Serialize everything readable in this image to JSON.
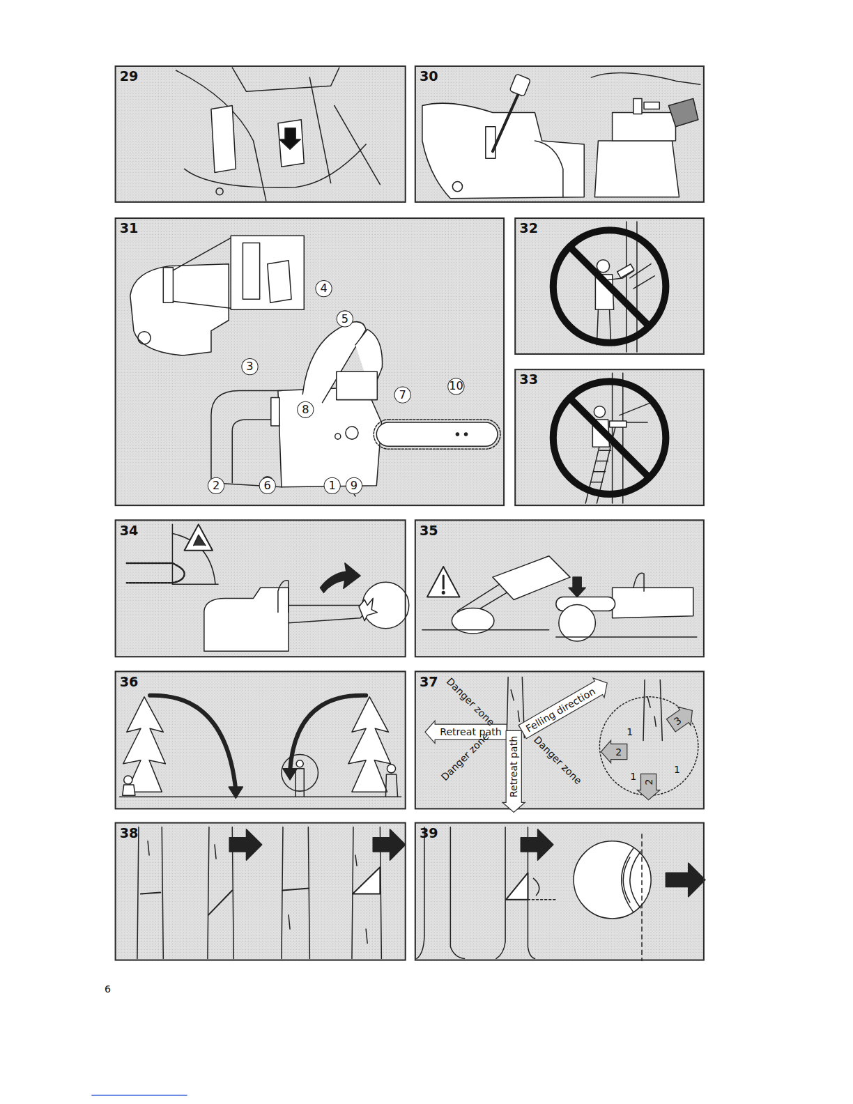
{
  "diagram": {
    "nodes": [
      {
        "text": [
          "29"
        ]
      },
      {
        "text": [
          "30"
        ]
      },
      {
        "text": [
          "31"
        ]
      },
      {
        "text": [
          "4"
        ],
        "in": 2
      },
      {
        "text": [
          "5"
        ],
        "in": 2
      },
      {
        "text": [
          "3"
        ],
        "in": 2
      },
      {
        "text": [
          "7"
        ],
        "in": 2
      },
      {
        "text": [
          "10"
        ],
        "in": 2
      },
      {
        "text": [
          "8"
        ],
        "in": 2
      },
      {
        "text": [
          "2"
        ],
        "in": 2
      },
      {
        "text": [
          "6"
        ],
        "in": 2
      },
      {
        "text": [
          "1"
        ],
        "in": 2
      },
      {
        "text": [
          "9"
        ],
        "in": 2
      },
      {
        "text": [
          "32"
        ]
      },
      {
        "text": [
          "33"
        ]
      },
      {
        "text": [
          "34"
        ]
      },
      {
        "text": [
          "35"
        ]
      },
      {
        "text": [
          "36"
        ]
      },
      {
        "text": [
          "37"
        ]
      },
      {
        "text": [
          "Felling direction"
        ],
        "in": 18
      },
      {
        "text": [
          "Retreat path"
        ],
        "in": 18
      },
      {
        "text": [
          "Retreat path"
        ],
        "in": 18
      },
      {
        "text": [
          "2"
        ],
        "in": 18
      },
      {
        "text": [
          "3"
        ],
        "in": 18
      },
      {
        "text": [
          "2"
        ],
        "in": 18
      },
      {
        "text": [
          "38"
        ]
      },
      {
        "text": [
          "39"
        ]
      }
    ],
    "labels": [
      "Danger zone",
      "Danger zone",
      "Danger zone",
      "1",
      "1",
      "1",
      "6"
    ]
  }
}
